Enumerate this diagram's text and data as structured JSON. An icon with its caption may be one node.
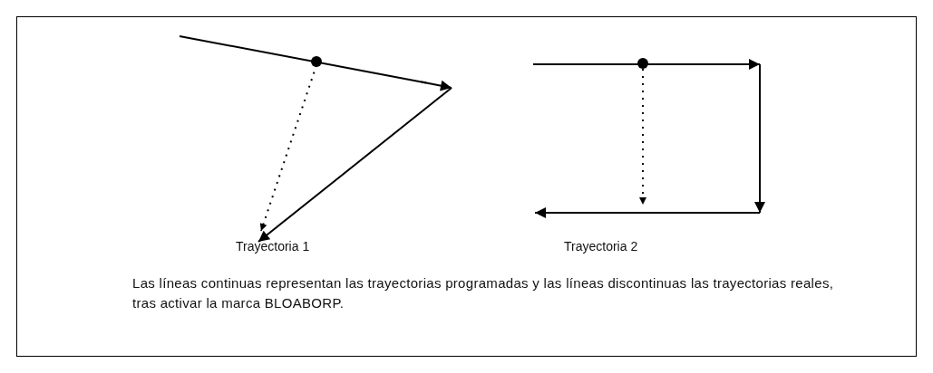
{
  "diagram": {
    "labels": [
      "Trayectoria 1",
      "Trayectoria 2"
    ],
    "caption": "Las líneas continuas representan las trayectorias programadas y las líneas discontinuas las trayectorias reales, tras activar la marca BLOABORP."
  }
}
